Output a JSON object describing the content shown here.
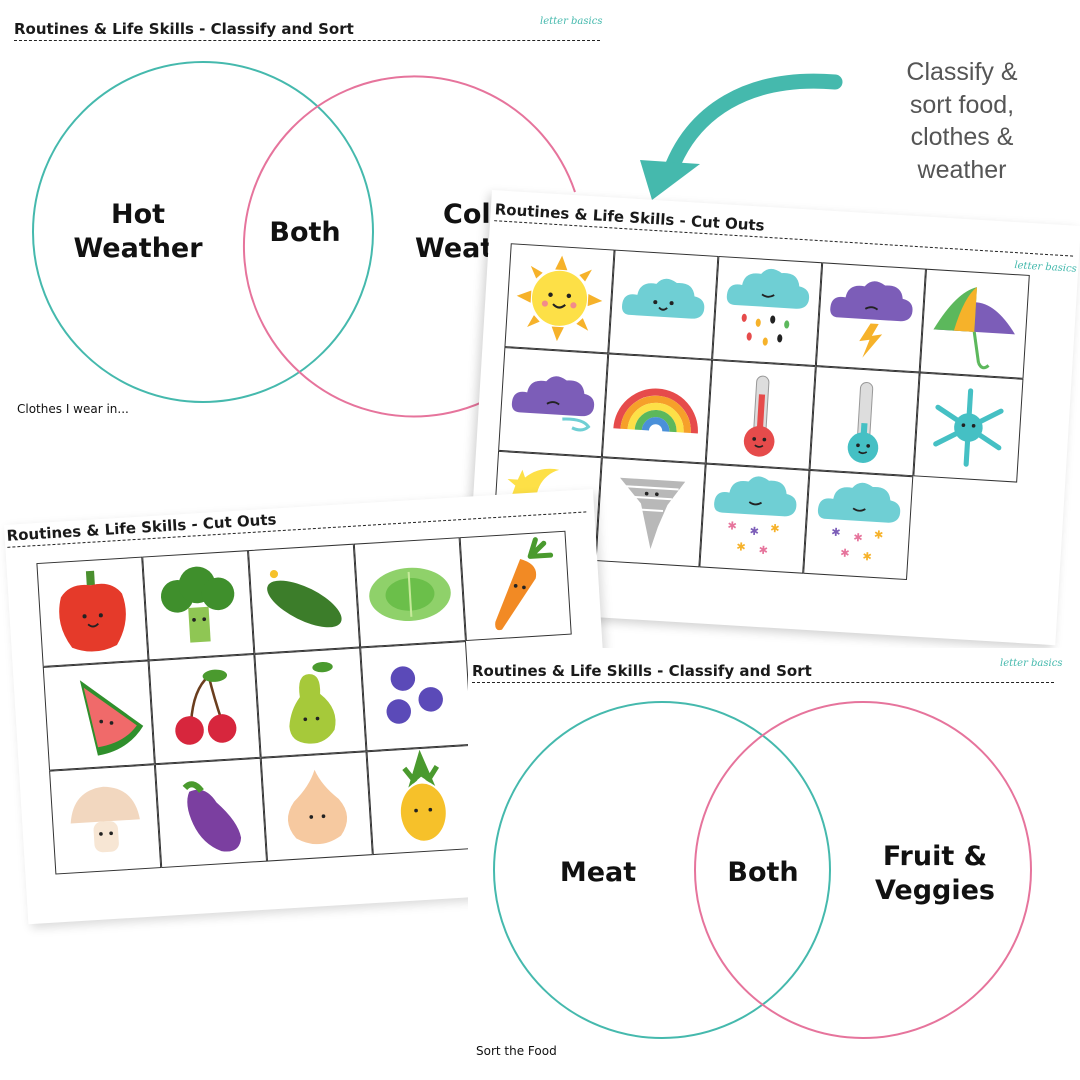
{
  "callout": {
    "lines": [
      "Classify &",
      "sort food,",
      "clothes &",
      "weather"
    ]
  },
  "weather_venn": {
    "header": "Routines & Life Skills - Classify and Sort",
    "left_label": [
      "Hot",
      "Weather"
    ],
    "middle_label": "Both",
    "right_label": [
      "Col",
      "Weat"
    ],
    "footer": "Clothes I wear in..."
  },
  "weather_cutouts": {
    "header": "Routines & Life Skills - Cut Outs",
    "icons": [
      "sun-icon",
      "cloud-icon",
      "rain-cloud-icon",
      "storm-cloud-icon",
      "umbrella-icon",
      "wind-cloud-icon",
      "rainbow-icon",
      "hot-thermometer-icon",
      "cold-thermometer-icon",
      "snowflake-icon",
      "moon-icon",
      "tornado-icon",
      "snow-cloud-icon",
      "snow-cloud-icon"
    ]
  },
  "food_cutouts": {
    "header": "Routines & Life Skills - Cut Outs",
    "icons": [
      "capsicum-icon",
      "broccoli-icon",
      "cucumber-icon",
      "lettuce-icon",
      "carrot-icon",
      "watermelon-icon",
      "cherries-icon",
      "pear-icon",
      "blueberries-icon",
      "mushroom-icon",
      "eggplant-icon",
      "onion-icon",
      "pineapple-icon"
    ]
  },
  "food_venn": {
    "header": "Routines & Life Skills - Classify and Sort",
    "left_label": "Meat",
    "middle_label": "Both",
    "right_label": [
      "Fruit &",
      "Veggies"
    ],
    "footer": "Sort the Food"
  },
  "brand": {
    "logo": "letter basics"
  },
  "colors": {
    "teal": "#45b9ad",
    "pink": "#e6749c"
  }
}
